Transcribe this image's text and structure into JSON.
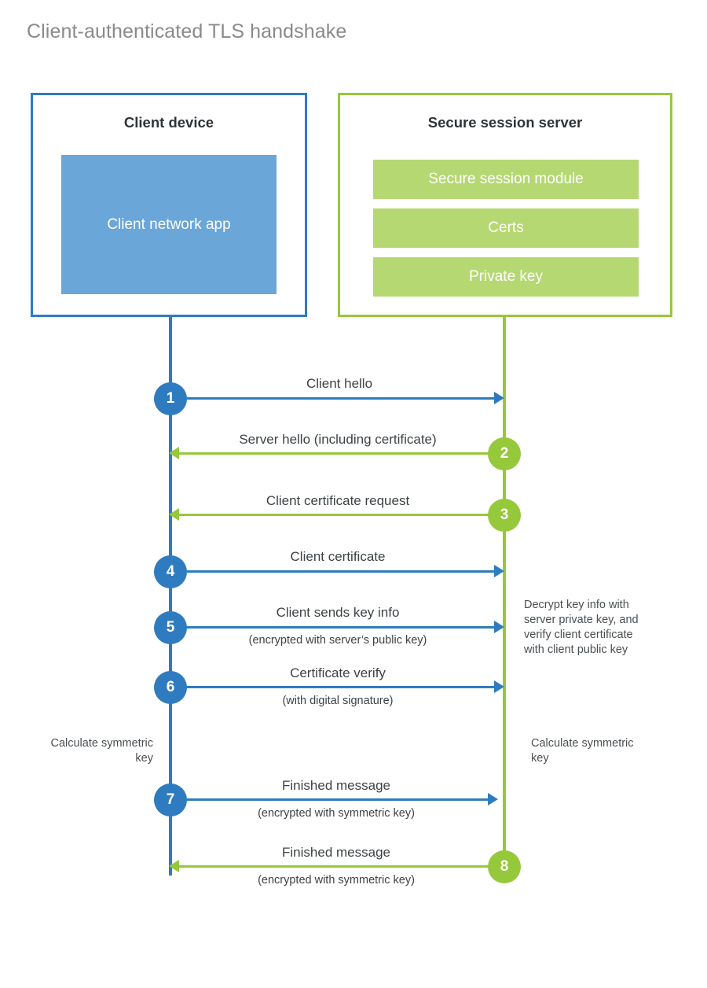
{
  "title": "Client-authenticated TLS handshake",
  "colors": {
    "client_blue": "#2e7cbf",
    "client_app_fill": "#6aa6d8",
    "server_green": "#96c83c",
    "server_block_fill": "#b6d873",
    "title_gray": "#8a8a8a",
    "text_dark": "#3d4245"
  },
  "client": {
    "title": "Client device",
    "app_label": "Client network app"
  },
  "server": {
    "title": "Secure session server",
    "blocks": [
      {
        "label": "Secure session module"
      },
      {
        "label": "Certs"
      },
      {
        "label": "Private key"
      }
    ]
  },
  "steps": [
    {
      "number": "1",
      "label": "Client hello",
      "sub": "",
      "direction": "to-server"
    },
    {
      "number": "2",
      "label": "Server hello (including certificate)",
      "sub": "",
      "direction": "to-client"
    },
    {
      "number": "3",
      "label": "Client certificate request",
      "sub": "",
      "direction": "to-client"
    },
    {
      "number": "4",
      "label": "Client certificate",
      "sub": "",
      "direction": "to-server"
    },
    {
      "number": "5",
      "label": "Client sends key info",
      "sub": "(encrypted with server’s public key)",
      "direction": "to-server"
    },
    {
      "number": "6",
      "label": "Certificate verify",
      "sub": "(with digital signature)",
      "direction": "to-server"
    },
    {
      "number": "7",
      "label": "Finished message",
      "sub": "(encrypted with symmetric key)",
      "direction": "to-server"
    },
    {
      "number": "8",
      "label": "Finished message",
      "sub": "(encrypted with symmetric key)",
      "direction": "to-client"
    }
  ],
  "notes": {
    "server_decrypt": "Decrypt key info with server private key, and verify client certificate with client public key",
    "client_calculate": "Calculate symmetric key",
    "server_calculate": "Calculate symmetric key"
  }
}
